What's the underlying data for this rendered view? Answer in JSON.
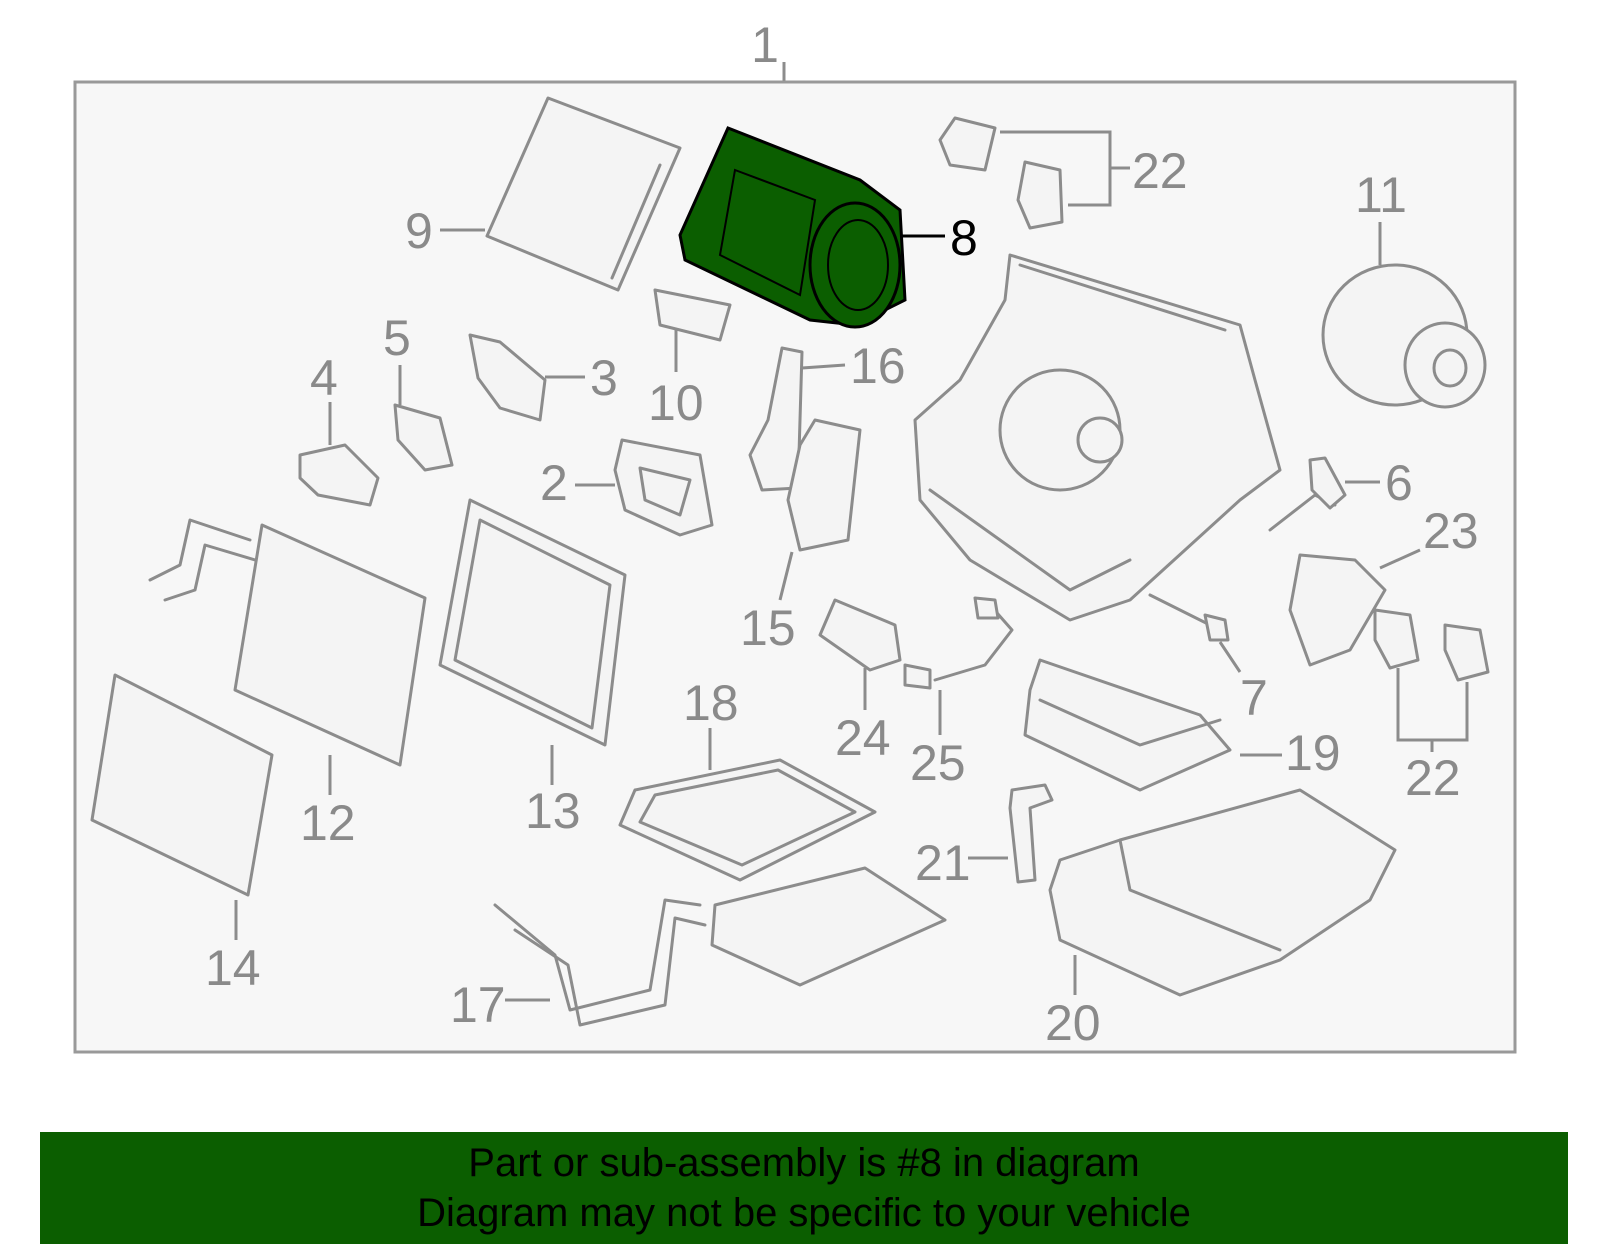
{
  "diagram": {
    "assembly_label": "1",
    "highlight_color": "#0b5e00",
    "frame_fill": "#f7f7f7",
    "line_color": "#8c8c8c",
    "callouts": {
      "c2": "2",
      "c3": "3",
      "c4": "4",
      "c5": "5",
      "c6": "6",
      "c7": "7",
      "c8": "8",
      "c9": "9",
      "c10": "10",
      "c11": "11",
      "c12": "12",
      "c13": "13",
      "c14": "14",
      "c15": "15",
      "c16": "16",
      "c17": "17",
      "c18": "18",
      "c19": "19",
      "c20": "20",
      "c21": "21",
      "c22a": "22",
      "c22b": "22",
      "c23": "23",
      "c24": "24",
      "c25": "25"
    },
    "highlighted_part": "8"
  },
  "banner": {
    "line1": "Part or sub-assembly is #8 in diagram",
    "line2": "Diagram may not be specific to your vehicle"
  }
}
